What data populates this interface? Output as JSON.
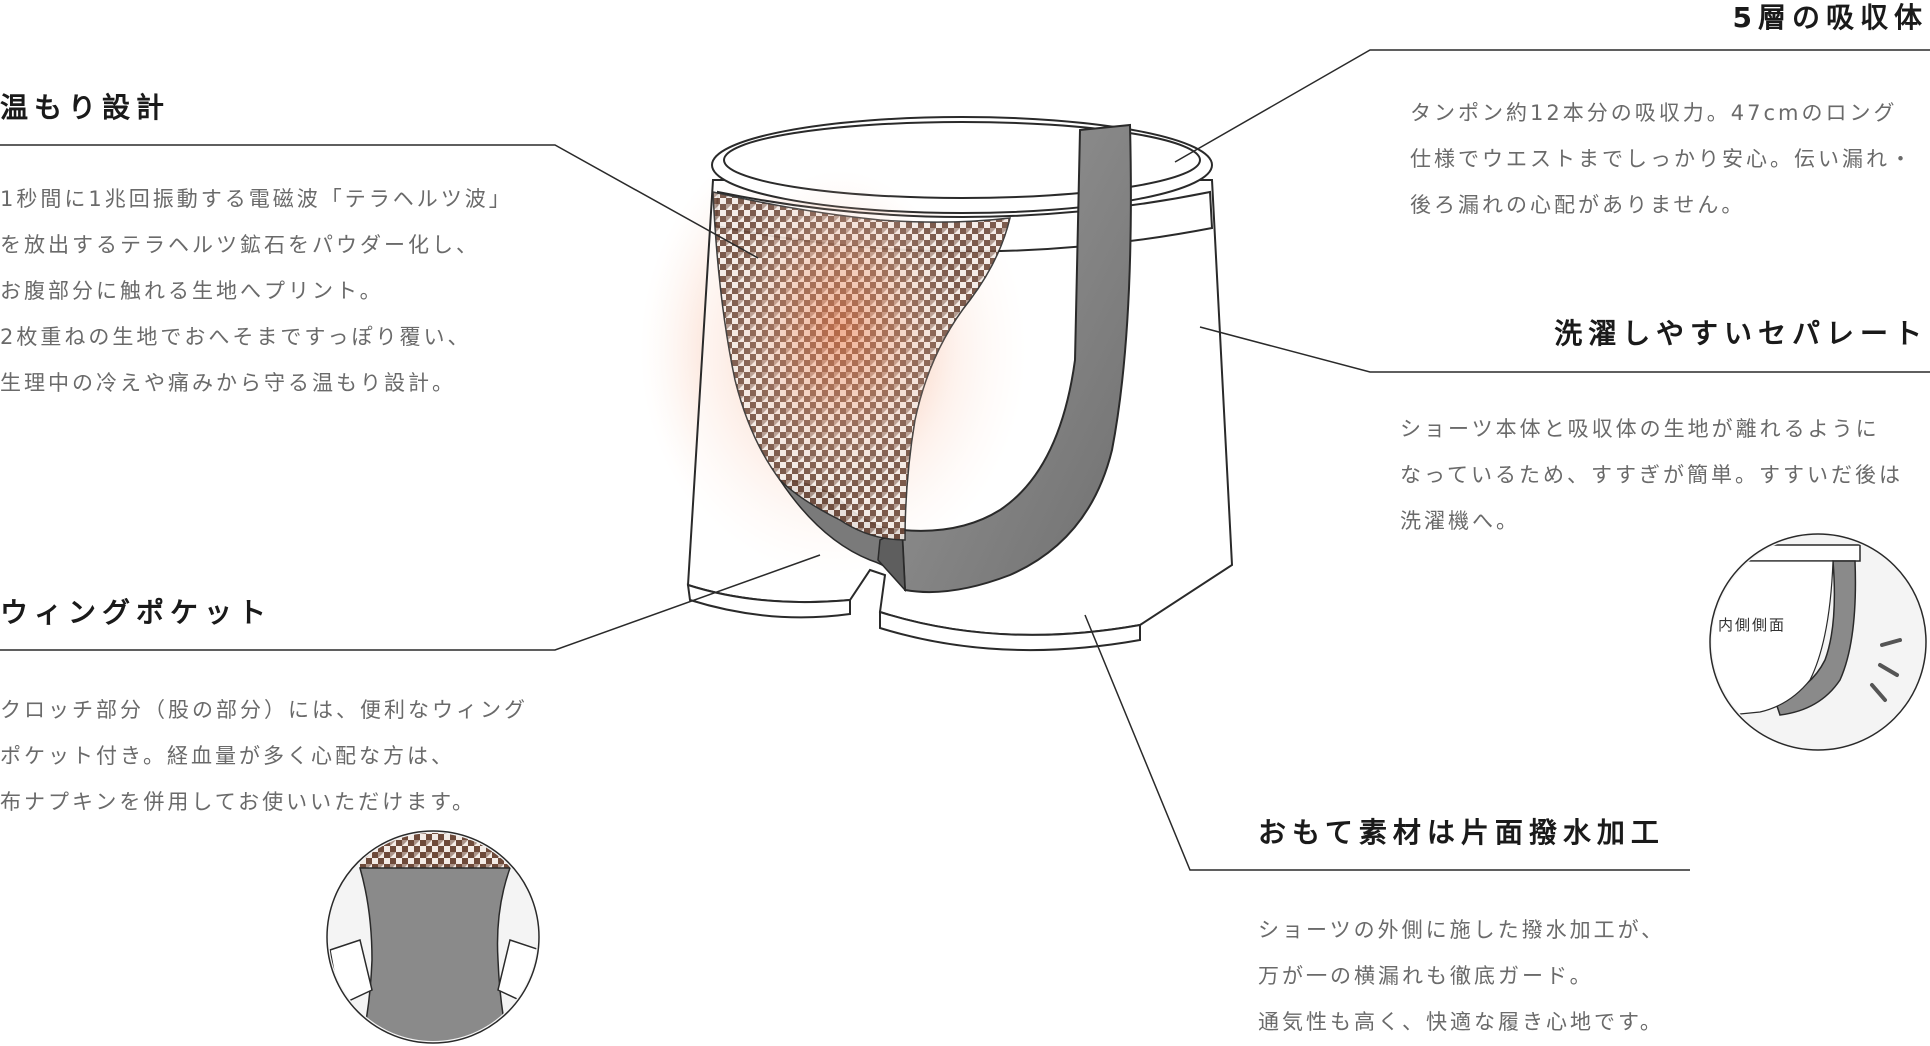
{
  "features": [
    {
      "id": "warmth",
      "title": "温もり設計",
      "lines": [
        "1秒間に1兆回振動する電磁波「テラヘルツ波」",
        "を放出するテラヘルツ鉱石をパウダー化し、",
        "お腹部分に触れる生地へプリント。",
        "2枚重ねの生地でおへそまですっぽり覆い、",
        "生理中の冷えや痛みから守る温もり設計。"
      ]
    },
    {
      "id": "wing-pocket",
      "title": "ウィングポケット",
      "lines": [
        "クロッチ部分（股の部分）には、便利なウィング",
        "ポケット付き。経血量が多く心配な方は、",
        "布ナプキンを併用してお使いいただけます。"
      ]
    },
    {
      "id": "absorber",
      "title": "5層の吸収体",
      "lines": [
        "タンポン約12本分の吸収力。47cmのロング",
        "仕様でウエストまでしっかり安心。伝い漏れ・",
        "後ろ漏れの心配がありません。"
      ]
    },
    {
      "id": "separate",
      "title": "洗濯しやすいセパレート",
      "lines": [
        "ショーツ本体と吸収体の生地が離れるように",
        "なっているため、すすぎが簡単。すすいだ後は",
        "洗濯機へ。"
      ]
    },
    {
      "id": "water-repellent",
      "title": "おもて素材は片面撥水加工",
      "lines": [
        "ショーツの外側に施した撥水加工が、",
        "万が一の横漏れも徹底ガード。",
        "通気性も高く、快適な履き心地です。"
      ]
    }
  ],
  "inset_label": "内側側面",
  "colors": {
    "absorber_gray": "#8c8c8c",
    "absorber_dark": "#6f6f6f",
    "pattern_brown": "#6e4a3a",
    "warm_glow": "#ef8a5c",
    "line": "#2a2a2a"
  }
}
